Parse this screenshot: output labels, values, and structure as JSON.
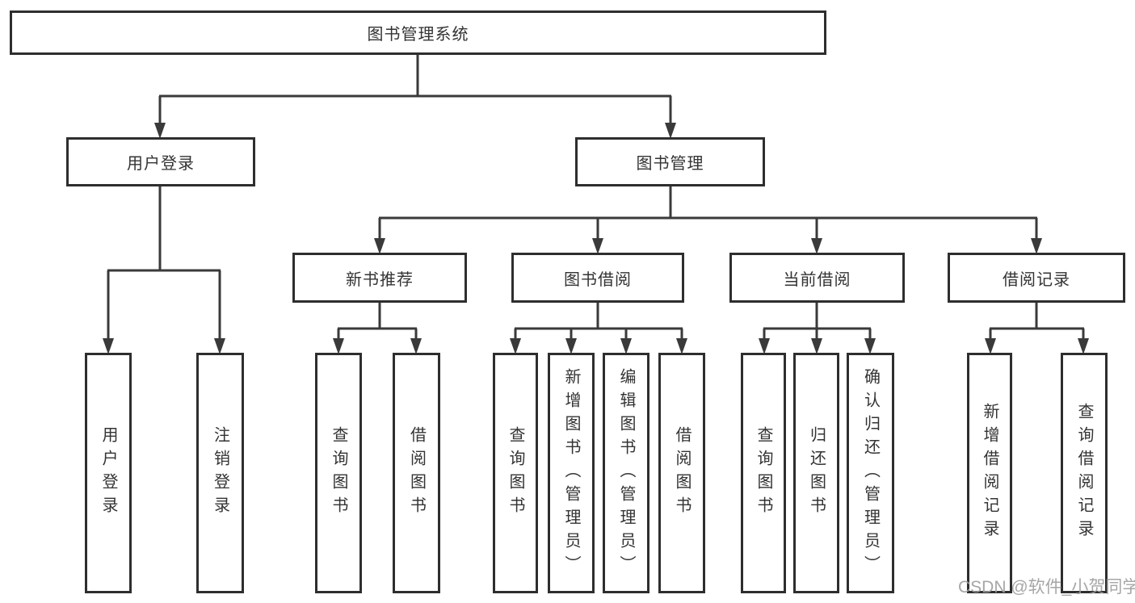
{
  "title": "图书管理系统",
  "tree": {
    "root": {
      "label": "图书管理系统"
    },
    "branches": [
      {
        "label": "用户登录",
        "children": [
          {
            "label": "用户登录"
          },
          {
            "label": "注销登录"
          }
        ]
      },
      {
        "label": "图书管理",
        "children": [
          {
            "label": "新书推荐",
            "children": [
              {
                "label": "查询图书"
              },
              {
                "label": "借阅图书"
              }
            ]
          },
          {
            "label": "图书借阅",
            "children": [
              {
                "label": "查询图书"
              },
              {
                "label": "新增图书（管理员）"
              },
              {
                "label": "编辑图书（管理员）"
              },
              {
                "label": "借阅图书"
              }
            ]
          },
          {
            "label": "当前借阅",
            "children": [
              {
                "label": "查询图书"
              },
              {
                "label": "归还图书"
              },
              {
                "label": "确认归还（管理员）"
              }
            ]
          },
          {
            "label": "借阅记录",
            "children": [
              {
                "label": "新增借阅记录"
              },
              {
                "label": "查询借阅记录"
              }
            ]
          }
        ]
      }
    ]
  },
  "watermark": {
    "text": "CSDN @软件_小贺同学",
    "color": "#9e9e9e"
  },
  "colors": {
    "background": "#ffffff",
    "box_border": "#2e2e2e",
    "connector_line": "#3a3a3a",
    "text": "#333333"
  }
}
